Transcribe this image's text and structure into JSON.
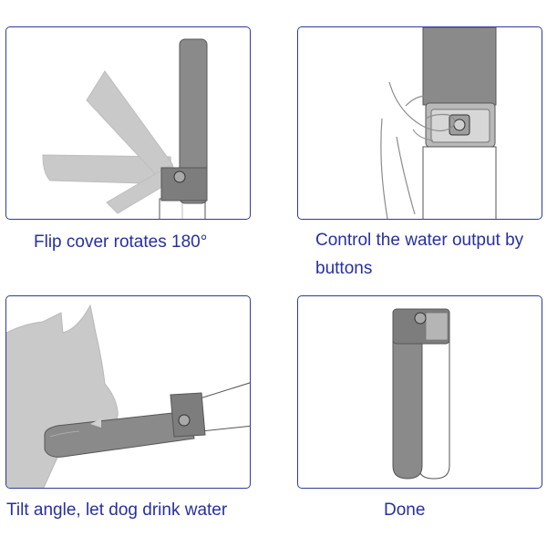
{
  "steps": [
    {
      "caption": "Flip cover rotates 180°"
    },
    {
      "caption": "Control the water output by buttons"
    },
    {
      "caption": "Tilt angle, let dog drink water"
    },
    {
      "caption": "Done"
    }
  ],
  "colors": {
    "border": "#2f3b9c",
    "caption": "#2730a0",
    "device_gray": "#8a8a8a",
    "ghost_gray": "#c8c8c8",
    "outline": "#555555"
  }
}
